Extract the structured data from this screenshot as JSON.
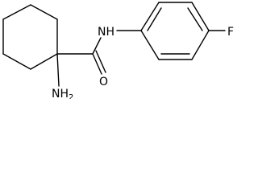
{
  "molecule": {
    "atoms": {
      "amine": {
        "label": "NH",
        "subscript": "2"
      },
      "amide_nitrogen": {
        "label": "NH"
      },
      "carbonyl_oxygen": {
        "label": "O"
      },
      "fluorine": {
        "label": "F"
      }
    }
  },
  "colors": {
    "bond": "#000000",
    "text": "#000000",
    "background": "#ffffff"
  }
}
